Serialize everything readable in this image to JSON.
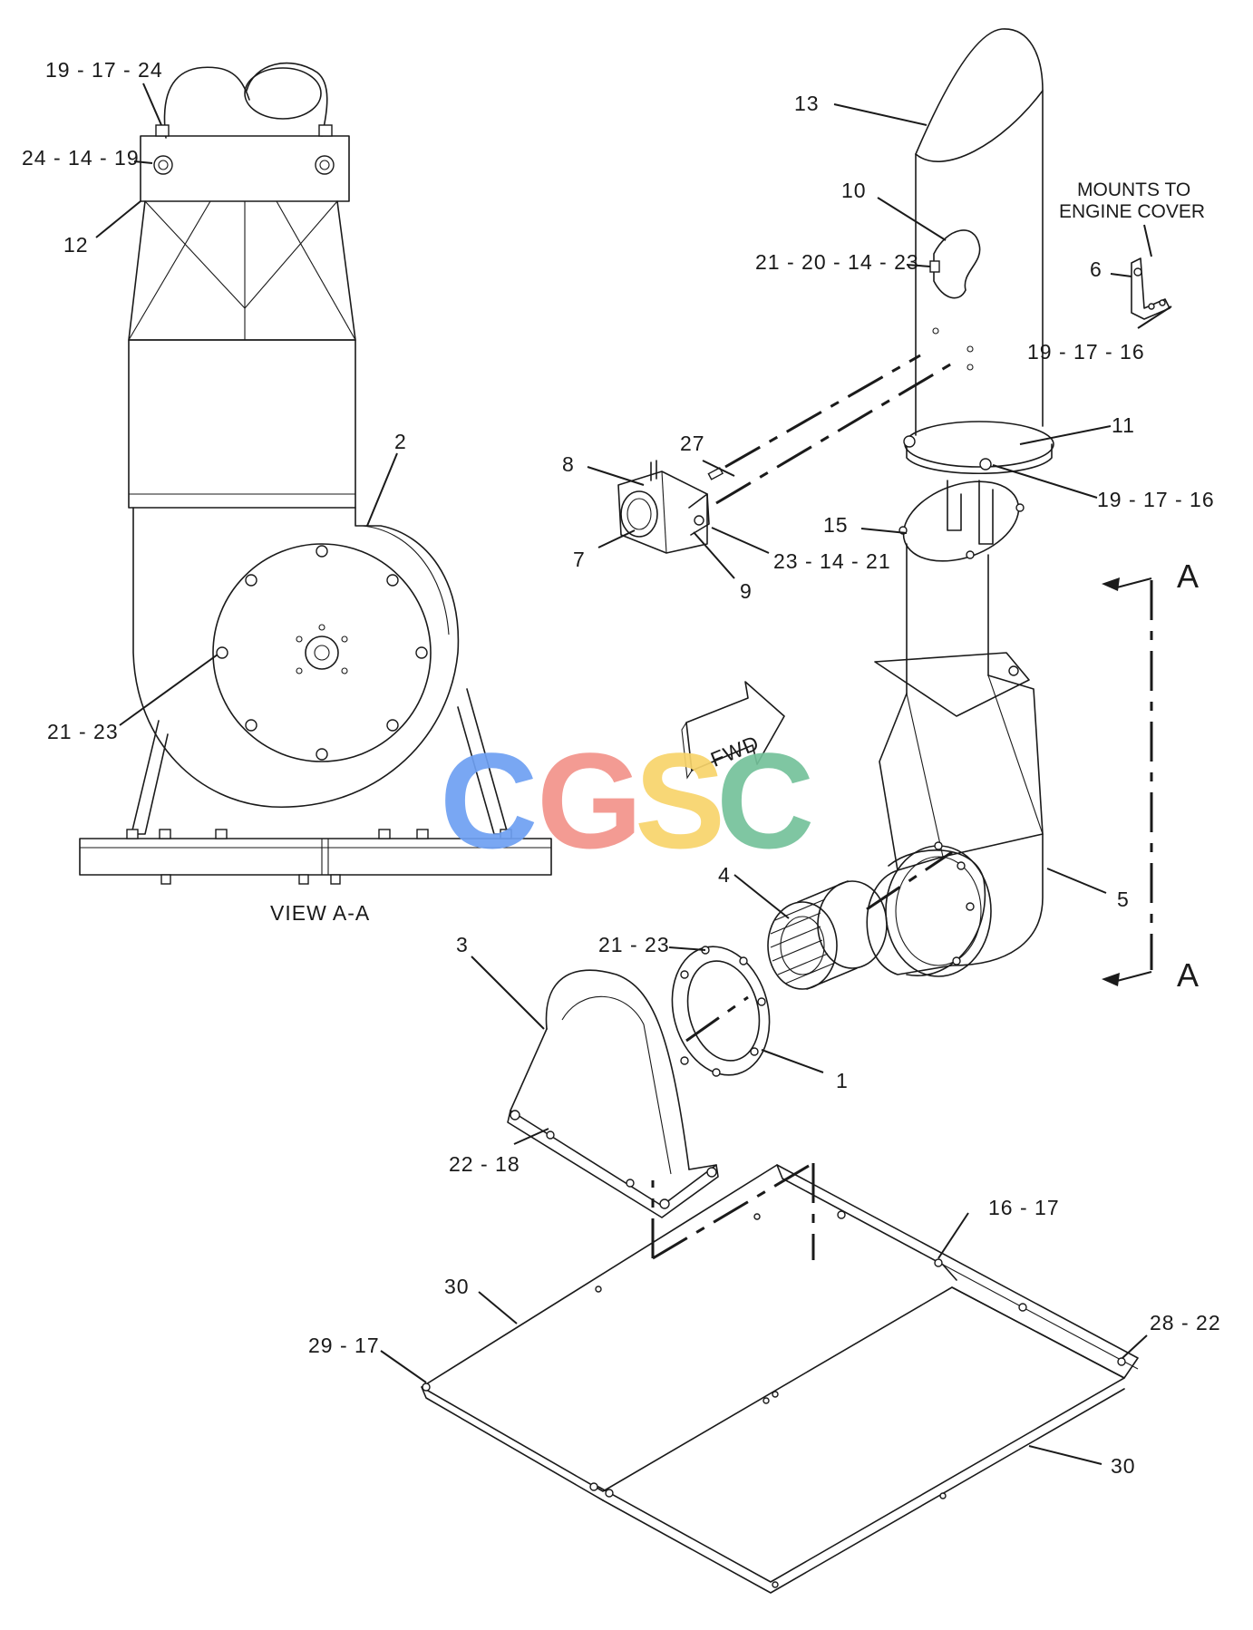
{
  "labels": {
    "l_19_17_24_top": "19 - 17 - 24",
    "l_24_14_19": "24 - 14 - 19",
    "l_12": "12",
    "l_2": "2",
    "l_21_23_left": "21 - 23",
    "view_aa": "VIEW A-A",
    "l_13": "13",
    "l_10": "10",
    "l_21_20_14_23": "21 - 20 - 14 - 23",
    "mounts_line1": "MOUNTS TO",
    "mounts_line2": "ENGINE COVER",
    "l_6": "6",
    "l_19_17_16_a": "19 - 17 - 16",
    "l_11": "11",
    "l_19_17_16_b": "19 - 17 - 16",
    "l_27": "27",
    "l_8": "8",
    "l_7": "7",
    "l_9": "9",
    "l_23_14_21": "23 - 14 - 21",
    "l_15": "15",
    "section_a_top": "A",
    "section_a_bottom": "A",
    "fwd": "FWD",
    "l_4": "4",
    "l_5": "5",
    "l_3": "3",
    "l_21_23_mid": "21 - 23",
    "l_1": "1",
    "l_22_18": "22 - 18",
    "l_16_17": "16 - 17",
    "l_30_a": "30",
    "l_28_22": "28 - 22",
    "l_29_17": "29 - 17",
    "l_30_b": "30"
  },
  "watermark": {
    "letters": [
      "C",
      "G",
      "S",
      "C"
    ],
    "colors": [
      "#6ea0f2",
      "#f2928a",
      "#f7d46a",
      "#74c19a"
    ]
  }
}
